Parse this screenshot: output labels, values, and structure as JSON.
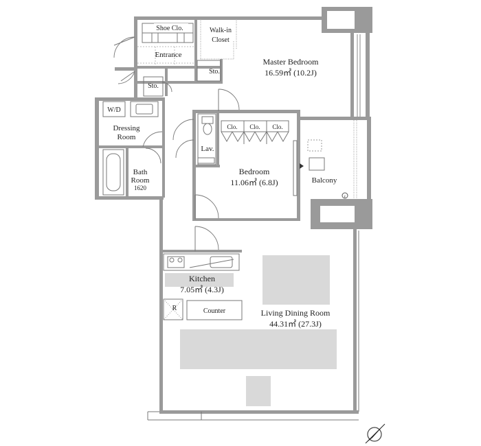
{
  "rooms": {
    "shoe_closet": "Shoe Clo.",
    "walk_in_line1": "Walk-in",
    "walk_in_line2": "Closet",
    "entrance": "Entrance",
    "storage_upper": "Sto.",
    "storage_lower": "Sto.",
    "master_bedroom_name": "Master Bedroom",
    "master_bedroom_area": "16.59㎡ (10.2J)",
    "wd": "W/D",
    "dressing_line1": "Dressing",
    "dressing_line2": "Room",
    "lavatory": "Lav.",
    "closet_1": "Clo.",
    "closet_2": "Clo.",
    "closet_3": "Clo.",
    "bedroom_name": "Bedroom",
    "bedroom_area": "11.06㎡ (6.8J)",
    "balcony": "Balcony",
    "bath_line1": "Bath",
    "bath_line2": "Room",
    "bath_size": "1620",
    "kitchen_name": "Kitchen",
    "kitchen_area": "7.05㎡ (4.3J)",
    "refrigerator": "R",
    "counter": "Counter",
    "ldr_name": "Living Dining Room",
    "ldr_area": "44.31㎡ (27.3J)"
  },
  "icons": {
    "north_arrow": "north-arrow-icon",
    "outdoor_unit": "circle-c-icon"
  },
  "colors": {
    "wall": "#9a9a9a",
    "furniture": "#d9d9d9",
    "text": "#222222"
  }
}
